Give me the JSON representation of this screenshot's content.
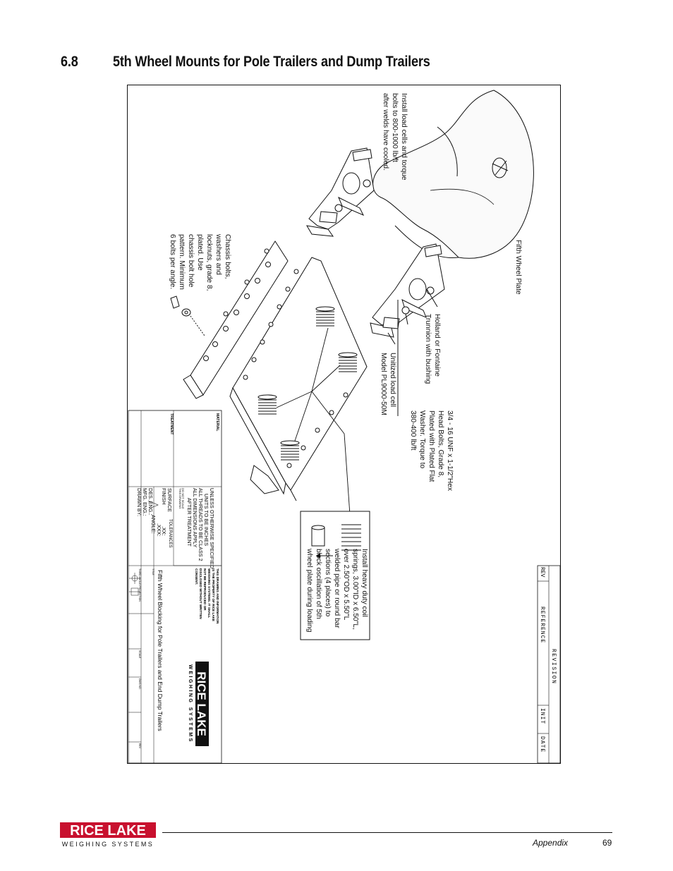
{
  "section": {
    "number": "6.8",
    "title": "5th Wheel Mounts for Pole Trailers and Dump Trailers"
  },
  "callouts": {
    "fifth_wheel_plate": [
      "Fifth Wheel Plate"
    ],
    "install_load_cells": [
      "Install load cells and torque",
      "bolts to 800-1000 lb/ft",
      "after welds have cooled."
    ],
    "holland_trunnion": [
      "Holland or Fontaine",
      "Trunnion with bushing"
    ],
    "hex_bolts": [
      "3/4 - 16 UNF x 1-1/2\"Hex",
      "Head Bolts, Grade 8,",
      "Plated with Plated Flat",
      "Washer. Torque to",
      "380-400 lb/ft"
    ],
    "unitized_load_cell": [
      "Unitized load cell",
      "Model PL9000-50M"
    ],
    "chassis_bolts": [
      "Chassis bolts,",
      "washers and",
      "locknuts, grade 8,",
      "plated. Use",
      "chassis bolt hole",
      "pattern. Minimum",
      "6 bolts per angle."
    ],
    "springs": [
      "Install heavy duty coil",
      "springs, 3.00\"ID x 6.50\"L,",
      "over 2.50\"OD x 5.50\"L",
      "welded pipe or round bar",
      "sections (4 places) to",
      "block oscillation of 5th",
      "wheel plate during loading"
    ]
  },
  "revision_block": {
    "title": "REVISION",
    "rev": "REV",
    "reference": "REFERENCE",
    "init": "INIT",
    "date": "DATE"
  },
  "title_block": {
    "drawing_title": "Fifth Wheel Blocking for Pole Trailers and End Dump Trailers",
    "material_label": "MATERIAL",
    "treatment_label": "TREATMENT",
    "unless_lines": [
      "UNLESS OTHERWISE SPECIFIED",
      "UNITS TO BE INCHES",
      "ALL THREADS TO BE CLASS 2",
      "ALL DIMENSIONS APPLY",
      "AFTER TREATMENT"
    ],
    "do_not_scale": [
      "DO NOT SCALE",
      "THIS DRAWING"
    ],
    "surface_finish": [
      "SURFACE",
      "FINISH"
    ],
    "tolerances": [
      "TOLERANCES",
      ".XX:",
      ".XXX:",
      "ANGLE:"
    ],
    "signatures": [
      "DES. ENG.:",
      "MFG. ENG.:",
      "DRAWN BY:"
    ],
    "proprietary": [
      "THIS DRAWING AND INFORMATION",
      "IS THE PROPERTY OF RICE LAKE",
      "WEIGHING SYSTEMS. IT SHALL",
      "NOT BE REPRODUCED OR",
      "DISCLOSED WITHOUT WRITTEN",
      "CONSENT."
    ],
    "third_angle": "THIRD ANGLE PROJECTION",
    "title_label": "TITLE",
    "scale_label": "SCALE",
    "dwg_label": "DWG NO.",
    "rev_label": "REV",
    "sheet_label": "SHEET"
  },
  "logo": {
    "brand": "RICE LAKE",
    "tagline": "WEIGHING SYSTEMS"
  },
  "footer": {
    "section_name": "Appendix",
    "page_number": "69"
  }
}
